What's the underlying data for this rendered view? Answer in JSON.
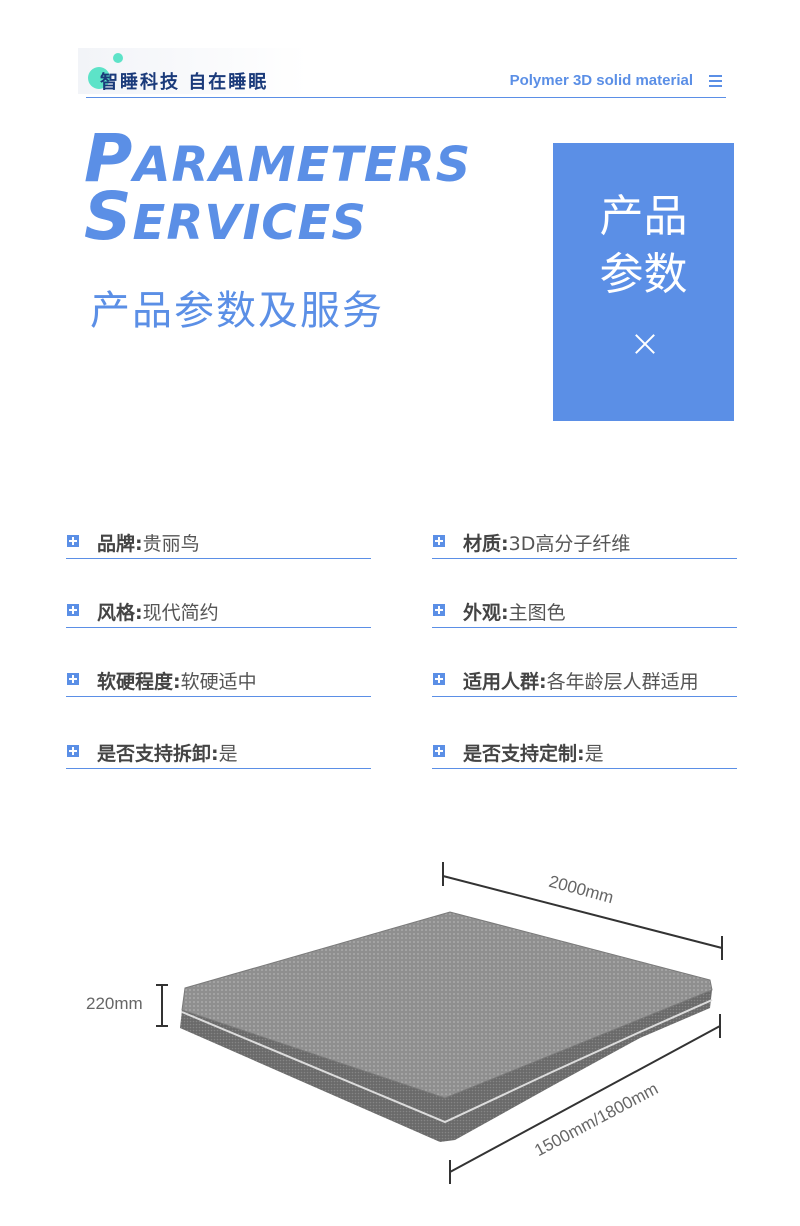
{
  "header": {
    "logo_text": "智睡科技 自在睡眠",
    "subtitle_en": "Polymer 3D solid material",
    "menu_icon": "hamburger-menu-icon",
    "accent_color": "#5b8fe6",
    "logo_dot_color": "#5de3c8"
  },
  "title": {
    "line1_cap": "P",
    "line1_rest": "ARAMETERS",
    "line2_cap": "S",
    "line2_rest": "ERVICES",
    "chinese": "产品参数及服务"
  },
  "side_box": {
    "line1": "产品",
    "line2": "参数",
    "icon": "close-icon"
  },
  "params": [
    {
      "label": "品牌:",
      "value": "贵丽鸟"
    },
    {
      "label": "材质:",
      "value": "3D高分子纤维"
    },
    {
      "label": "风格:",
      "value": "现代简约"
    },
    {
      "label": "外观:",
      "value": "主图色"
    },
    {
      "label": "软硬程度:",
      "value": "软硬适中"
    },
    {
      "label": "适用人群:",
      "value": "各年龄层人群适用"
    },
    {
      "label": "是否支持拆卸:",
      "value": "是"
    },
    {
      "label": "是否支持定制:",
      "value": "是"
    }
  ],
  "dimensions": {
    "length": "2000mm",
    "width": "1500mm/1800mm",
    "height": "220mm"
  }
}
